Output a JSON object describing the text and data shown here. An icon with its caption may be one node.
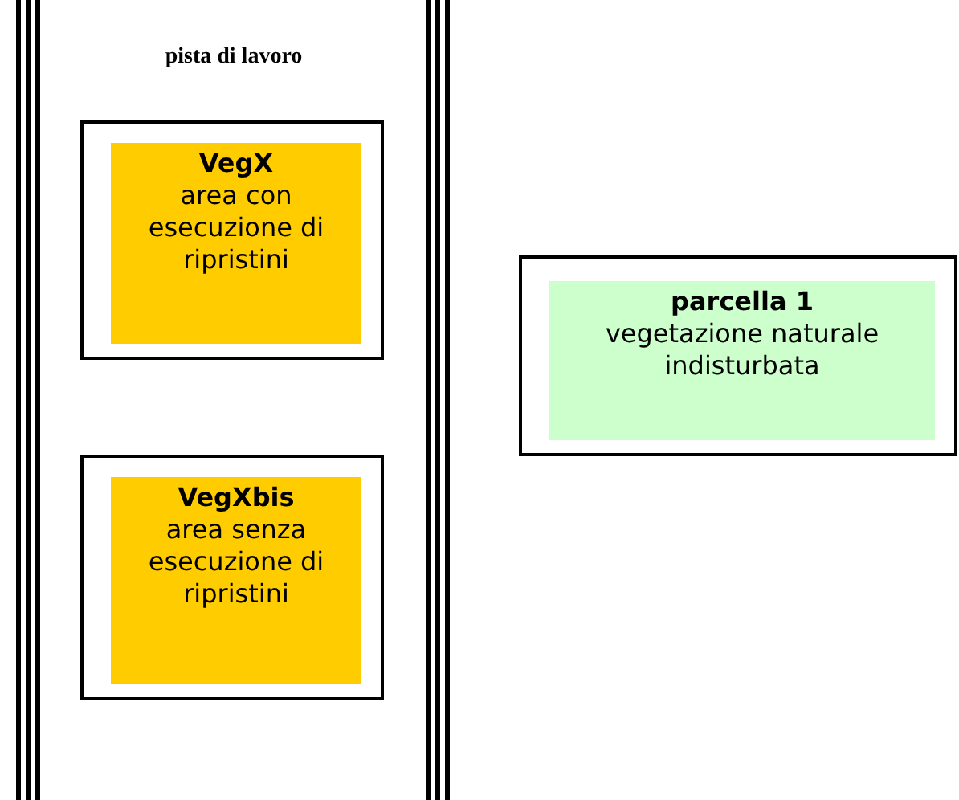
{
  "diagram": {
    "nodes": [
      {
        "text": [
          "pista di lavoro"
        ]
      },
      {
        "text": [],
        "shape": "box",
        "in": 0
      },
      {
        "text": [
          "VegX",
          "area con esecuzione di ripristini"
        ],
        "in": 1
      },
      {
        "text": [],
        "shape": "box",
        "in": 0
      },
      {
        "text": [
          "VegXbis",
          "area senza esecuzione di ripristini"
        ],
        "in": 3
      },
      {
        "text": [],
        "shape": "box"
      },
      {
        "text": [
          "parcella 1",
          "vegetazione naturale indisturbata"
        ],
        "in": 5
      }
    ]
  }
}
